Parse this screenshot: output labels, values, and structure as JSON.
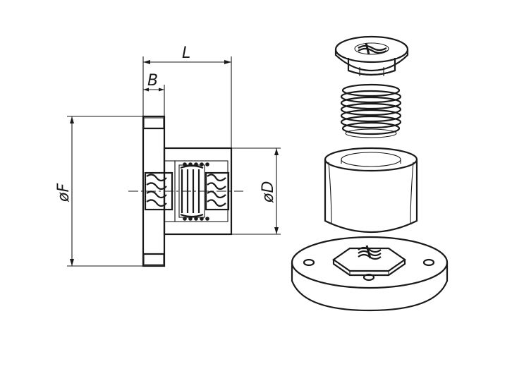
{
  "dimensions": {
    "length_label": "L",
    "flange_thickness_label": "B",
    "flange_diameter_label": "øF",
    "body_diameter_label": "øD"
  },
  "colors": {
    "line": "#1a1a1a",
    "background": "#ffffff"
  }
}
